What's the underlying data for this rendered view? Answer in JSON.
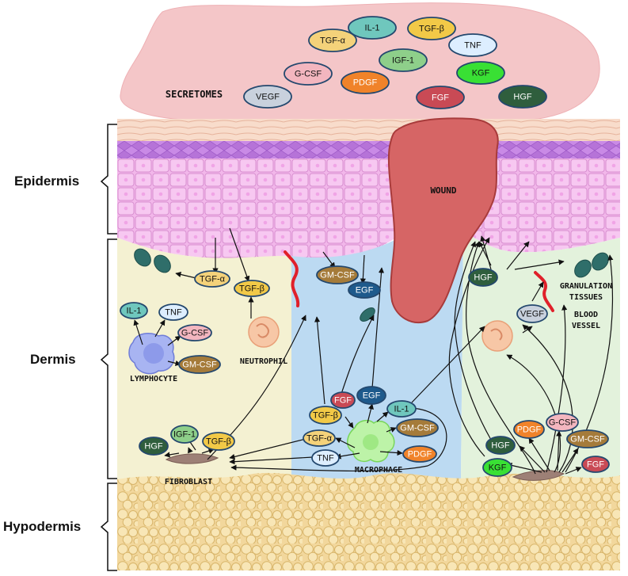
{
  "layers": {
    "epidermis": "Epidermis",
    "dermis": "Dermis",
    "hypodermis": "Hypodermis"
  },
  "labels": {
    "secretomes": "SECRETOMES",
    "wound": "WOUND",
    "neutrophil": "NEUTROPHIL",
    "lymphocyte": "LYMPHOCYTE",
    "fibroblast": "FIBROBLAST",
    "macrophage": "MACROPHAGE",
    "granulation_1": "GRANULATION",
    "granulation_2": "TISSUES",
    "blood_vessel_1": "BLOOD",
    "blood_vessel_2": "VESSEL"
  },
  "secretome_factors": [
    {
      "id": "il1",
      "label": "IL-1",
      "color": "#6fc7bd"
    },
    {
      "id": "tgfb",
      "label": "TGF-β",
      "color": "#f2c947"
    },
    {
      "id": "tgfa",
      "label": "TGF-α",
      "color": "#f4d27a"
    },
    {
      "id": "tnf",
      "label": "TNF",
      "color": "#ddeeff"
    },
    {
      "id": "igf1",
      "label": "IGF-1",
      "color": "#8ecf8a"
    },
    {
      "id": "gcsf",
      "label": "G-CSF",
      "color": "#f3b6bf"
    },
    {
      "id": "kgf",
      "label": "KGF",
      "color": "#39e034"
    },
    {
      "id": "pdgf",
      "label": "PDGF",
      "color": "#f0832a"
    },
    {
      "id": "vegf",
      "label": "VEGF",
      "color": "#c9d1dd"
    },
    {
      "id": "fgf",
      "label": "FGF",
      "color": "#c94a55"
    },
    {
      "id": "hgf",
      "label": "HGF",
      "color": "#2f5e3d"
    }
  ],
  "dermis_factors": {
    "tgfa_upper": "TGF-α",
    "tgfb_upper": "TGF-β",
    "il1_lym": "IL-1",
    "tnf_lym": "TNF",
    "gcsf_lym": "G-CSF",
    "gmcsf_lym": "GM-CSF",
    "gmcsf_mid": "GM-CSF",
    "egf_mid": "EGF",
    "hgf_fib": "HGF",
    "igf1_fib": "IGF-1",
    "tgfb_fib": "TGF-β",
    "fgf_mac": "FGF",
    "egf_mac": "EGF",
    "il1_mac": "IL-1",
    "tgfb_mac": "TGF-β",
    "gmcsf_mac": "GM-CSF",
    "tgfa_mac": "TGF-α",
    "pdgf_mac": "PDGF",
    "tnf_mac": "TNF",
    "hgf_right_top": "HGF",
    "vegf_right": "VEGF",
    "gcsf_right": "G-CSF",
    "pdgf_right": "PDGF",
    "gmcsf_right": "GM-CSF",
    "hgf_right_low": "HGF",
    "kgf_right": "KGF",
    "fgf_right": "FGF"
  }
}
